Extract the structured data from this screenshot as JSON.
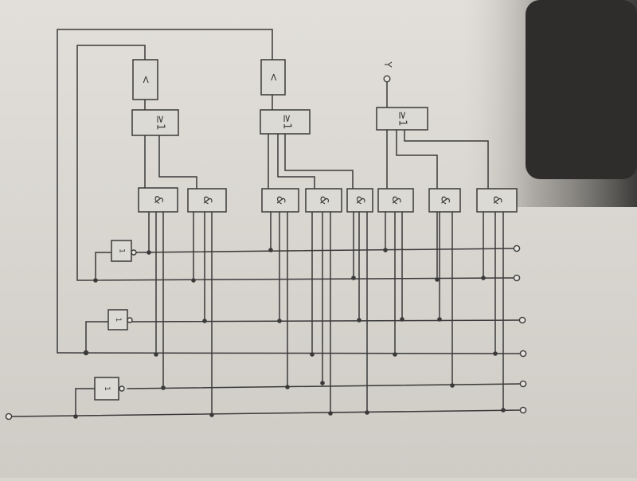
{
  "labels": {
    "and_gate": "&",
    "or_gate": "≥1",
    "flip_flop": "<",
    "not_gate": "1",
    "output": "Y"
  },
  "colors": {
    "paper": "#d9d6d0",
    "ink": "#3a3a3a",
    "shadow": "#262626"
  }
}
